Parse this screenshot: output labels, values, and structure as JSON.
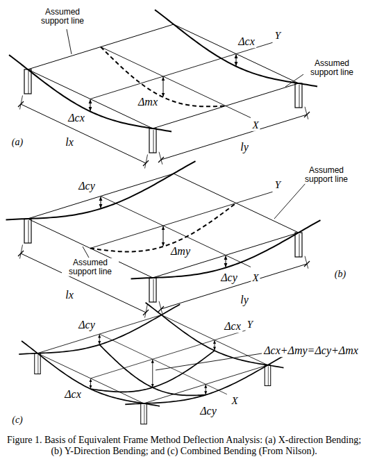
{
  "diagram": {
    "caption": "Figure 1. Basis of Equivalent Frame Method Deflection Analysis: (a) X-direction Bending; (b) Y-Direction Bending; and (c) Combined Bending (From Nilson).",
    "labels": [
      "Y",
      "Assumed support line",
      "Δcx",
      "Δmx",
      "Δcx",
      "lx",
      "ly",
      "Assumed support line",
      "X",
      "(a)",
      "Y",
      "Assumed support line",
      "Δcy",
      "Δmy",
      "Δcy",
      "lx",
      "ly",
      "Assumed support line",
      "X",
      "(b)",
      "Y",
      "Δcy",
      "Δcx",
      "Δcx+Δmy=Δcy+Δmx",
      "Δcx",
      "Δcy",
      "X",
      "(c)"
    ]
  }
}
